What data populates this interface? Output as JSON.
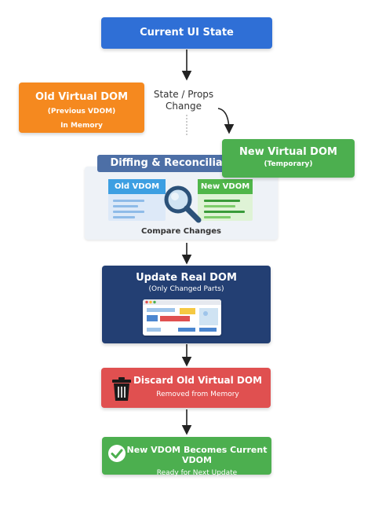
{
  "current_state": {
    "title": "Current UI State"
  },
  "old_vdom": {
    "title": "Old Virtual DOM",
    "line1": "(Previous VDOM)",
    "line2": "In Memory"
  },
  "transition": {
    "line1": "State / Props",
    "line2": "Change"
  },
  "new_vdom": {
    "title": "New Virtual DOM",
    "subtitle": "(Temporary)"
  },
  "diffing": {
    "header": "Diffing & Reconciliation",
    "old_label": "Old VDOM",
    "new_label": "New VDOM",
    "caption": "Compare Changes"
  },
  "update": {
    "title": "Update Real DOM",
    "subtitle": "(Only Changed Parts)"
  },
  "discard": {
    "title": "Discard Old Virtual DOM",
    "subtitle": "Removed from Memory"
  },
  "final": {
    "title": "New VDOM Becomes Current VDOM",
    "subtitle": "Ready for Next Update"
  },
  "colors": {
    "current": "#2f6fd6",
    "old": "#f5891f",
    "new": "#4caf4f",
    "diff_header": "#4d6fa6",
    "update": "#233f73",
    "discard": "#e05050",
    "final": "#4caf4f"
  },
  "icons": [
    "magnifier-icon",
    "browser-window-icon",
    "trash-icon",
    "check-circle-icon"
  ]
}
